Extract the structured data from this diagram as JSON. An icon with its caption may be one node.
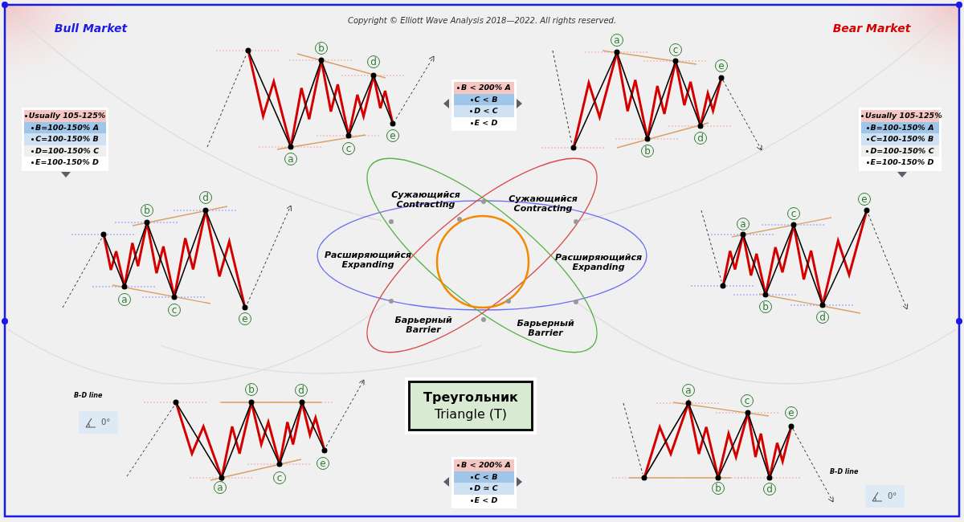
{
  "diagram": {
    "nodes": [
      {
        "text": [
          "Треугольник",
          "Triangle (T)"
        ]
      }
    ],
    "labels": [
      "Copyright © Elliott Wave Analysis 2018—2022. All rights reserved.",
      "Bull Market",
      "Bear Market",
      "Usually 105-125%",
      "B=100-150% A",
      "C=100-150% B",
      "D=100-150% C",
      "E=100-150% D",
      "B < 200% A",
      "C < B",
      "D < C",
      "E < D",
      "Usually 105-125%",
      "B=100-150% A",
      "C=100-150% B",
      "D=100-150% C",
      "E=100-150% D",
      "a",
      "b",
      "c",
      "d",
      "e",
      "a",
      "b",
      "c",
      "d",
      "e",
      "Сужающийся Contracting",
      "Сужающийся Contracting",
      "Расширяющийся Expanding",
      "Расширяющийся Expanding",
      "Барьерный Barrier",
      "Барьерный Barrier",
      "a",
      "b",
      "c",
      "d",
      "e",
      "a",
      "b",
      "c",
      "d",
      "e",
      "B-D line",
      "0°",
      "a",
      "b",
      "c",
      "d",
      "e",
      "a",
      "b",
      "c",
      "d",
      "e",
      "B < 200% A",
      "C < B",
      "D ≃ C",
      "E < D",
      "B-D line",
      "0°"
    ]
  }
}
